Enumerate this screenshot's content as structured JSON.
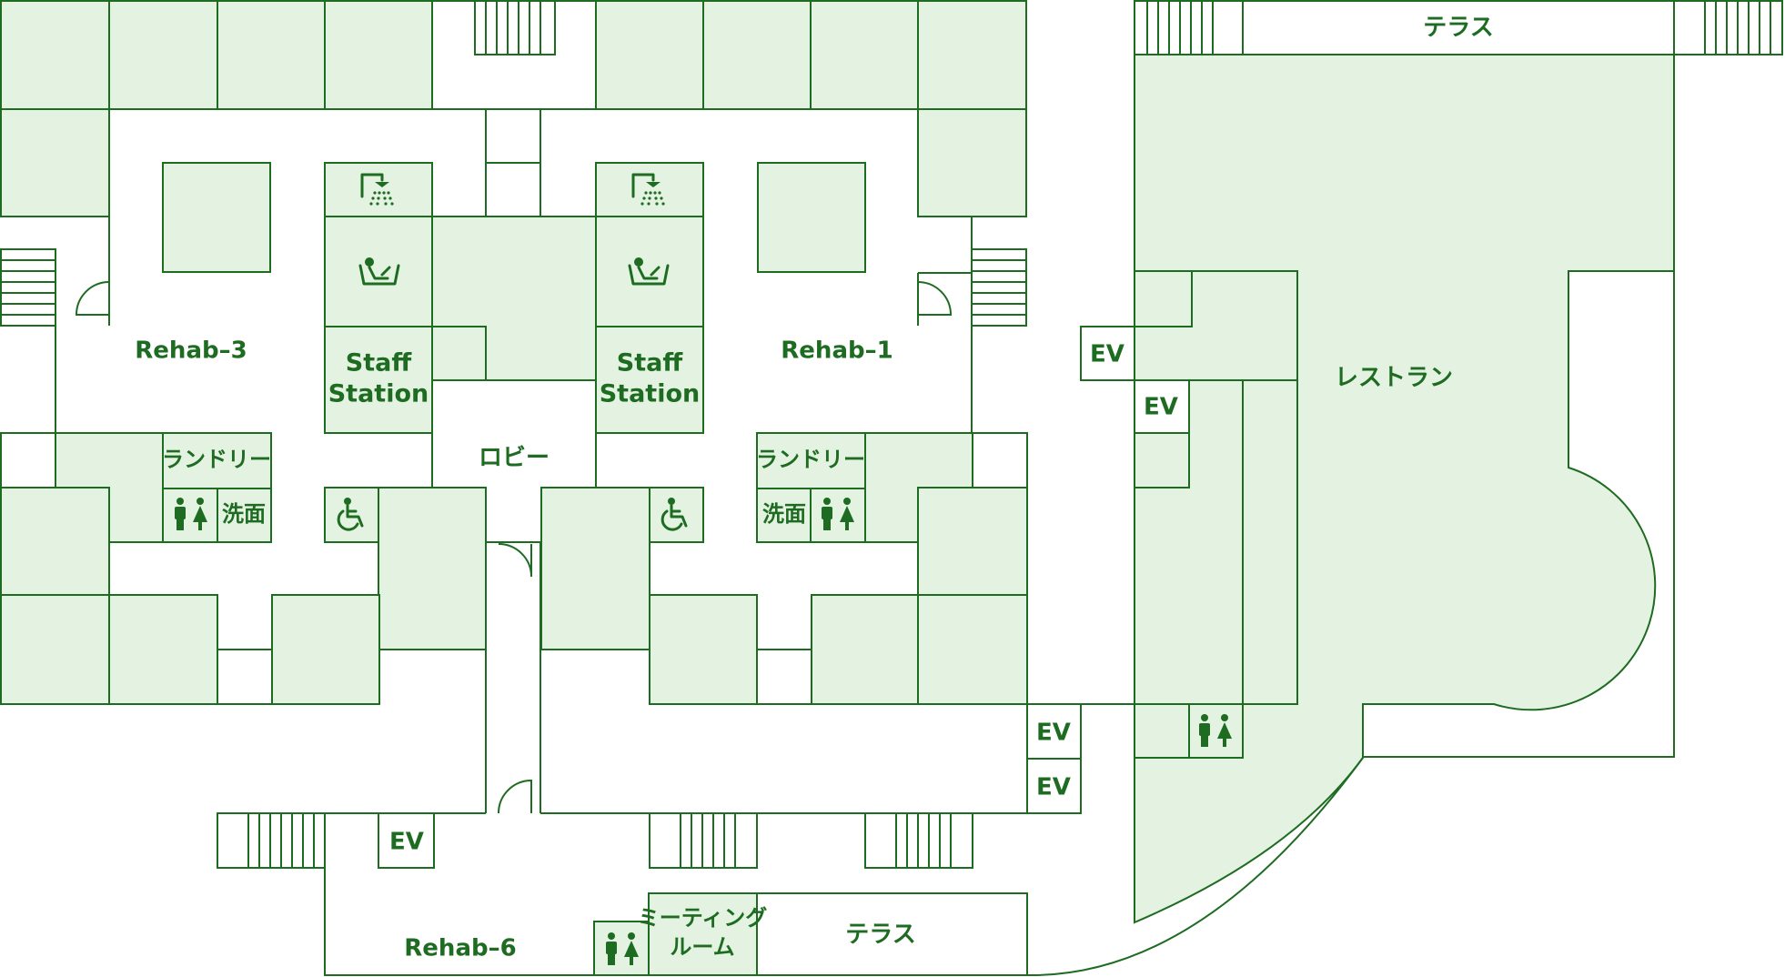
{
  "floor_map": {
    "colors": {
      "room_fill": "#e4f3e1",
      "line": "#1e6b22",
      "background": "#ffffff"
    },
    "labels": {
      "rehab3": "Rehab–3",
      "rehab1": "Rehab–1",
      "rehab6": "Rehab–6",
      "staff_left_1": "Staff",
      "staff_left_2": "Station",
      "staff_right_1": "Staff",
      "staff_right_2": "Station",
      "lobby": "ロビー",
      "laundry_left": "ランドリー",
      "laundry_right": "ランドリー",
      "washroom_left": "洗面",
      "washroom_right": "洗面",
      "restaurant": "レストラン",
      "terrace_top": "テラス",
      "terrace_bottom": "テラス",
      "meeting_1": "ミーティング",
      "meeting_2": "ルーム",
      "ev": "EV"
    },
    "icons": [
      "shower-icon",
      "bath-icon",
      "wheelchair-icon",
      "restroom-icon",
      "stairs-icon",
      "door-icon"
    ]
  }
}
